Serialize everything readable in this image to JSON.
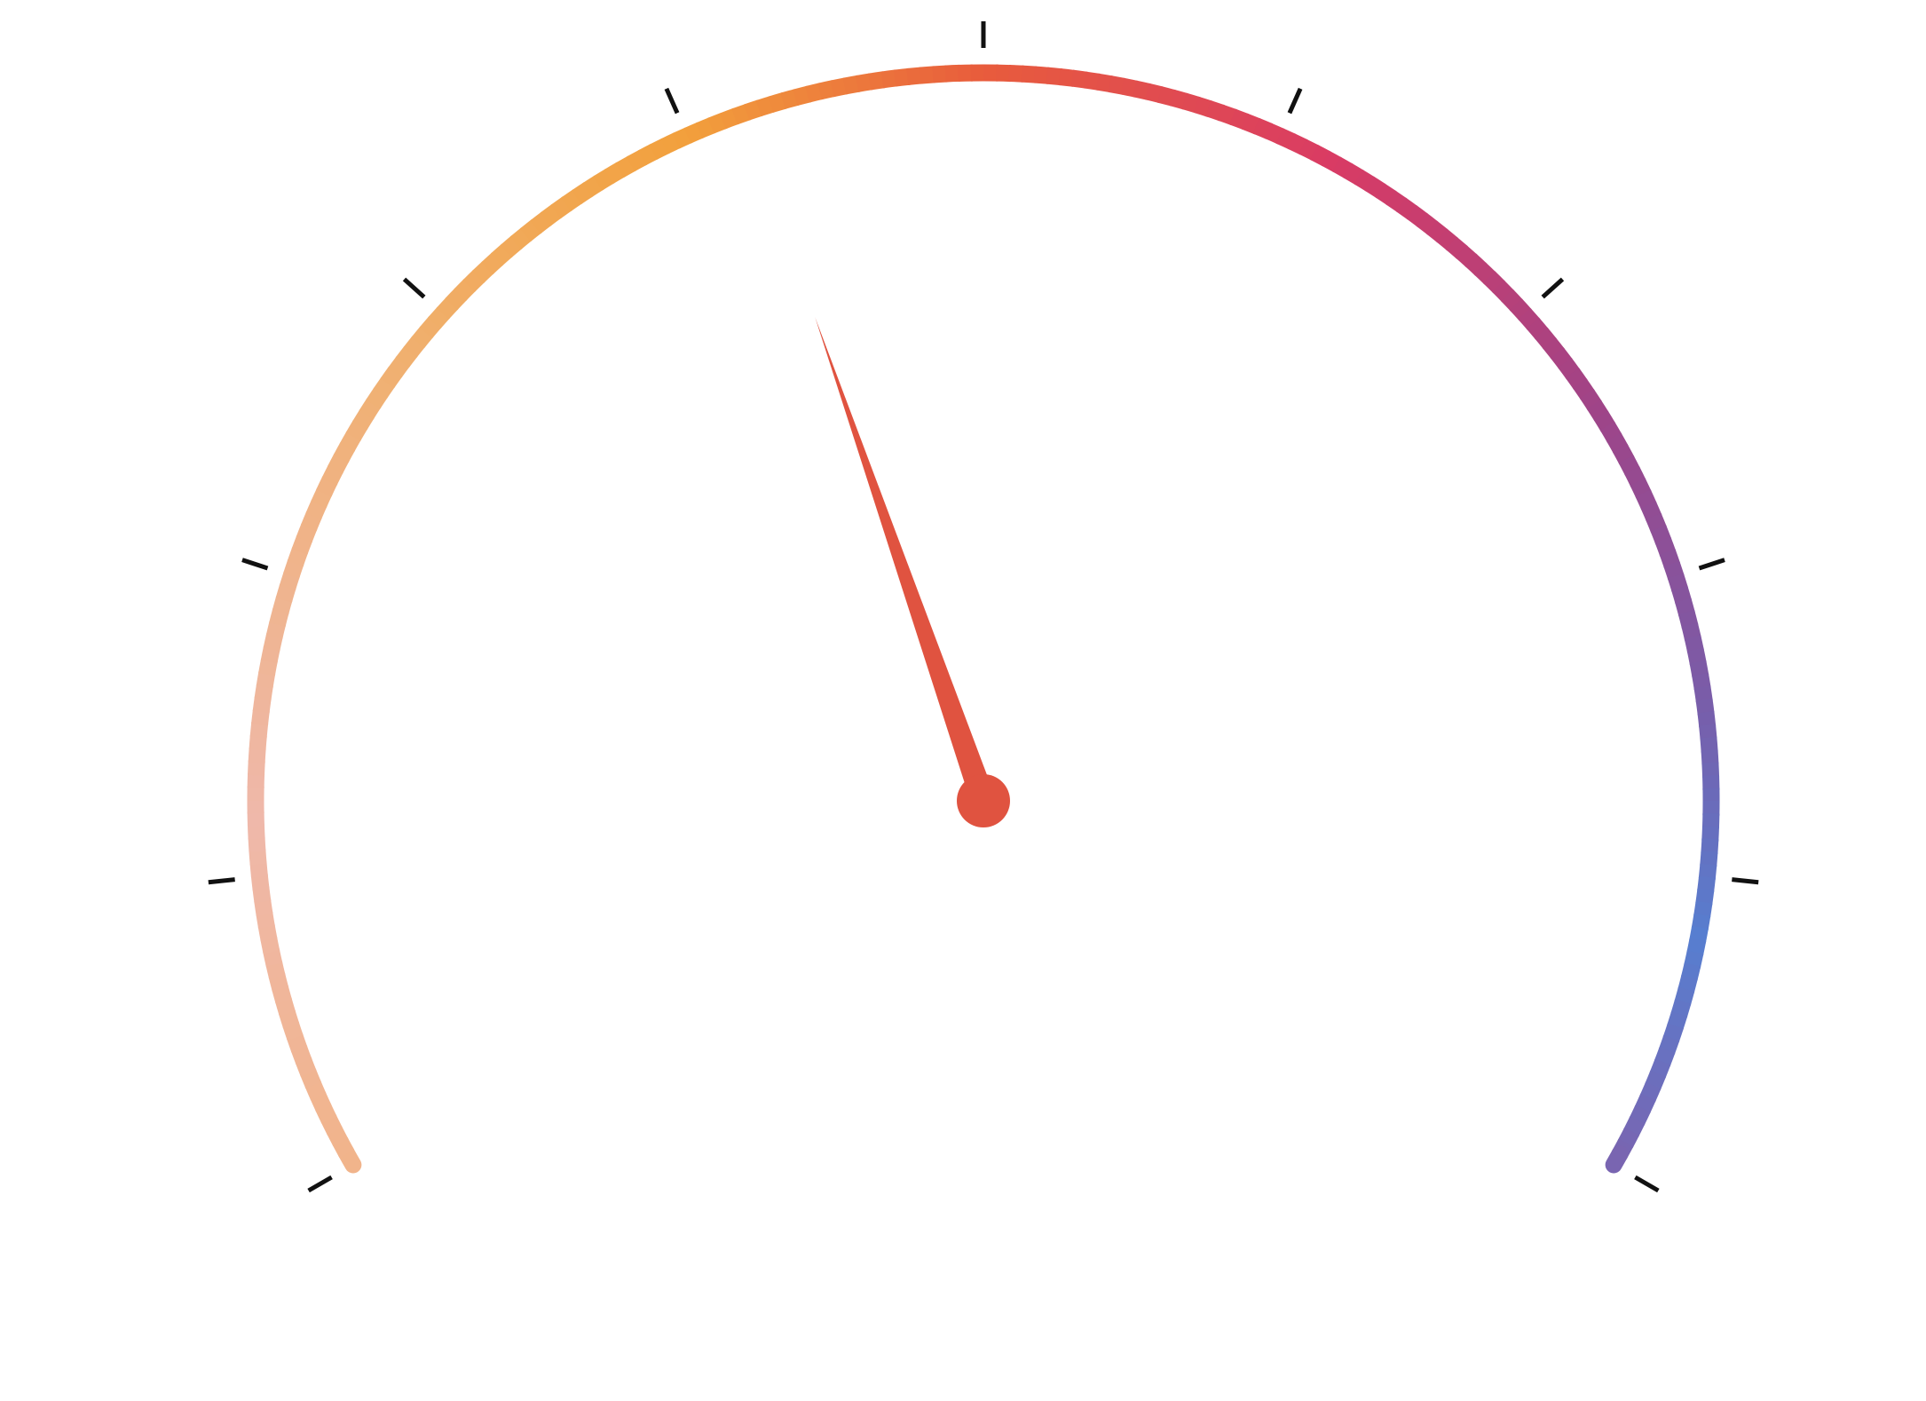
{
  "chart_data": {
    "type": "gauge",
    "min": 0,
    "max": 100,
    "value": 42,
    "start_angle_deg": -120,
    "end_angle_deg": 120,
    "major_ticks": 11,
    "tick_labels": [],
    "title": "",
    "gradient_stops": [
      {
        "offset": 0.0,
        "color": "#f1b48a"
      },
      {
        "offset": 0.12,
        "color": "#efb8aa"
      },
      {
        "offset": 0.28,
        "color": "#f0b070"
      },
      {
        "offset": 0.4,
        "color": "#f2a03c"
      },
      {
        "offset": 0.5,
        "color": "#e85c3c"
      },
      {
        "offset": 0.62,
        "color": "#d93b64"
      },
      {
        "offset": 0.74,
        "color": "#9f4488"
      },
      {
        "offset": 0.84,
        "color": "#7a5ca8"
      },
      {
        "offset": 0.92,
        "color": "#577ed0"
      },
      {
        "offset": 1.0,
        "color": "#7a64b0"
      }
    ],
    "needle_color": "#e05340",
    "tick_color": "#111111"
  }
}
